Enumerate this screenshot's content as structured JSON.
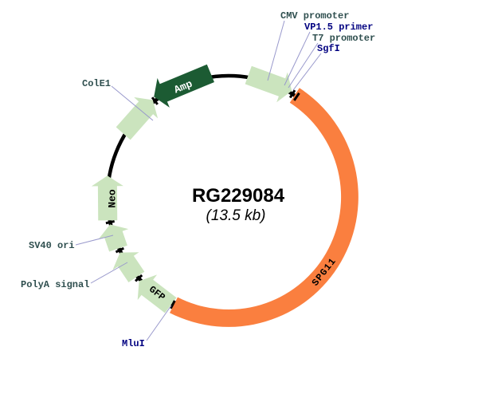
{
  "diagram": {
    "title": "RG229084",
    "size_label": "(13.5 kb)",
    "labels": {
      "cmv_promoter": "CMV promoter",
      "vp15_primer": "VP1.5 primer",
      "t7_promoter": "T7 promoter",
      "sgfi": "SgfI",
      "spg11": "SPG11",
      "mlui": "MluI",
      "gfp": "GFP",
      "polya_signal": "PolyA signal",
      "sv40_ori": "SV40 ori",
      "neo": "Neo",
      "cole1": "ColE1",
      "amp": "Amp"
    },
    "colors": {
      "backbone": "#000000",
      "insert_arc": "#FA7F3F",
      "feature_arrow": "#CBE4BE",
      "amp_arrow": "#1C5B33",
      "site_label": "#000080",
      "feature_label": "#2F4F4F",
      "pointer_line": "#9999CC",
      "arrow_text_dark": "#000000",
      "arrow_text_light": "#FFFFFF",
      "title_text": "#000000"
    }
  }
}
